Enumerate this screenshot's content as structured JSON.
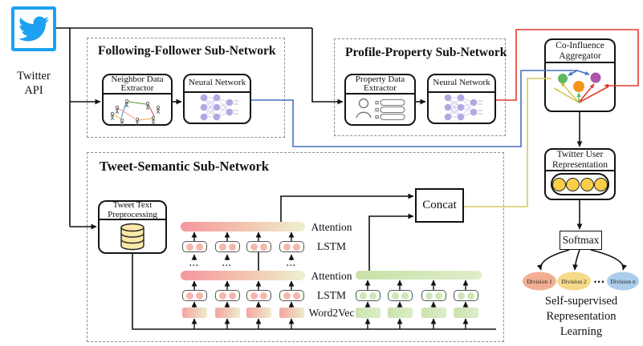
{
  "twitter": {
    "line1": "Twitter",
    "line2": "API"
  },
  "following": {
    "title": "Following-Follower Sub-Network",
    "extractor1": "Neighbor Data",
    "extractor2": "Extractor",
    "nn": "Neural Network"
  },
  "profile": {
    "title": "Profile-Property Sub-Network",
    "extractor1": "Property Data",
    "extractor2": "Extractor",
    "nn": "Neural Network"
  },
  "tweet": {
    "title": "Tweet-Semantic Sub-Network",
    "prep1": "Tweet Text",
    "prep2": "Preprocessing",
    "attention_upper": "Attention",
    "lstm_upper": "LSTM",
    "attention_lower": "Attention",
    "lstm_lower": "LSTM",
    "word2vec": "Word2Vec",
    "concat": "Concat",
    "ellipsis": "..."
  },
  "aggregator": {
    "line1": "Co-Influence",
    "line2": "Aggregator"
  },
  "representation": {
    "line1": "Twitter User",
    "line2": "Representation"
  },
  "output": {
    "softmax": "Softmax",
    "divisions": [
      "Division 1",
      "Division 2",
      "Division n"
    ],
    "dots": "•••",
    "ssl1": "Self-supervised",
    "ssl2": "Representation",
    "ssl3": "Learning"
  },
  "colors": {
    "twitter_blue": "#1da1f2",
    "line_blue": "#4472c4",
    "line_red": "#e23b2e",
    "line_yellow": "#d6c95e",
    "node_purple": "#b3a8e2",
    "dot_green": "#5cb85c",
    "dot_orange": "#f7941d",
    "dot_purple": "#aa56a8",
    "rep_yellow": "#fbce4a",
    "division1": "#f2ae92",
    "division2": "#f6da88",
    "division_n": "#abcdeb"
  }
}
